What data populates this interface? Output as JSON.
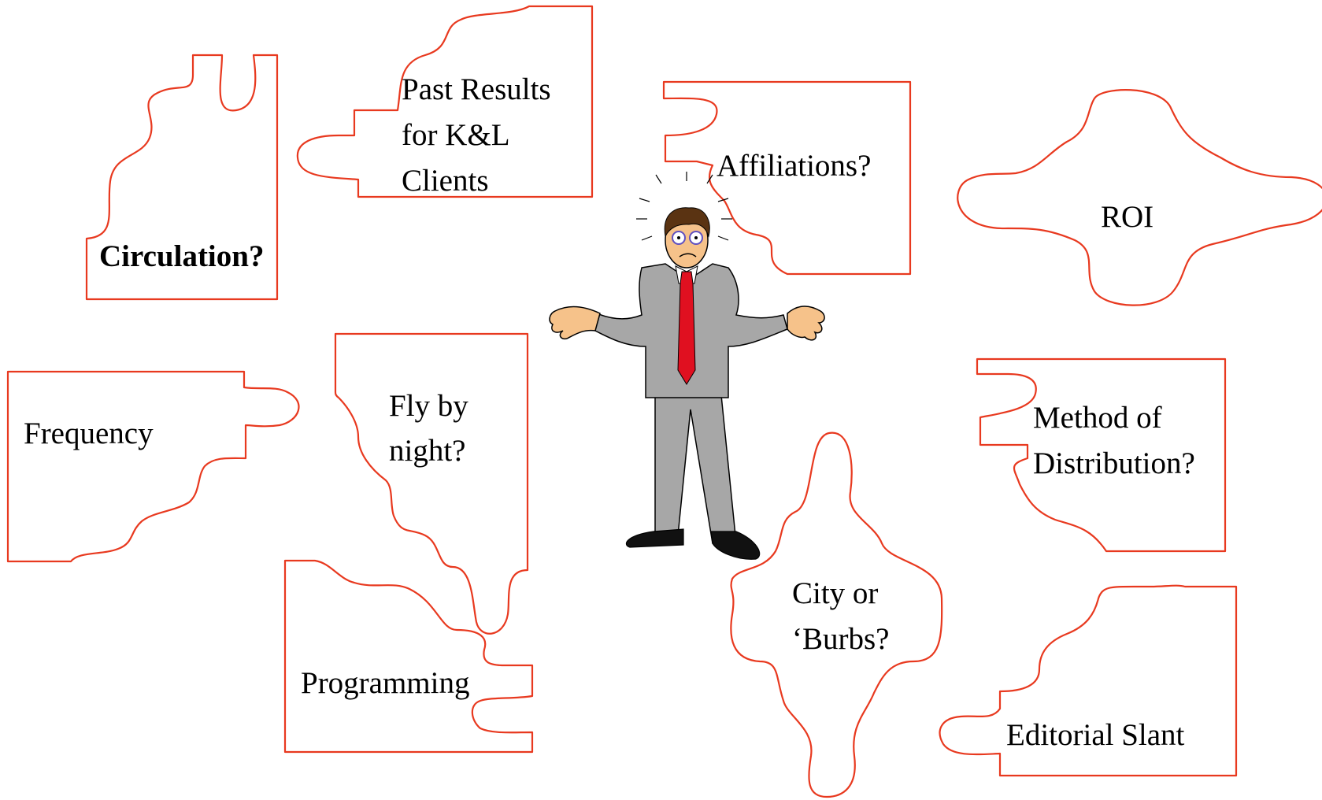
{
  "pieces": {
    "circulation": "Circulation?",
    "past_results": [
      "Past Results",
      "for K&L",
      "Clients"
    ],
    "affiliations": "Affiliations?",
    "roi": "ROI",
    "frequency": "Frequency",
    "fly_by_night": [
      "Fly by",
      "night?"
    ],
    "programming": "Programming",
    "method": [
      "Method of",
      "Distribution?"
    ],
    "city": [
      "City or",
      "‘Burbs?"
    ],
    "editorial": "Editorial Slant"
  },
  "colors": {
    "outline": "#e8391f",
    "tie": "#e01020",
    "suit": "#a7a7a7"
  },
  "figure": "confused-businessman-shrugging"
}
